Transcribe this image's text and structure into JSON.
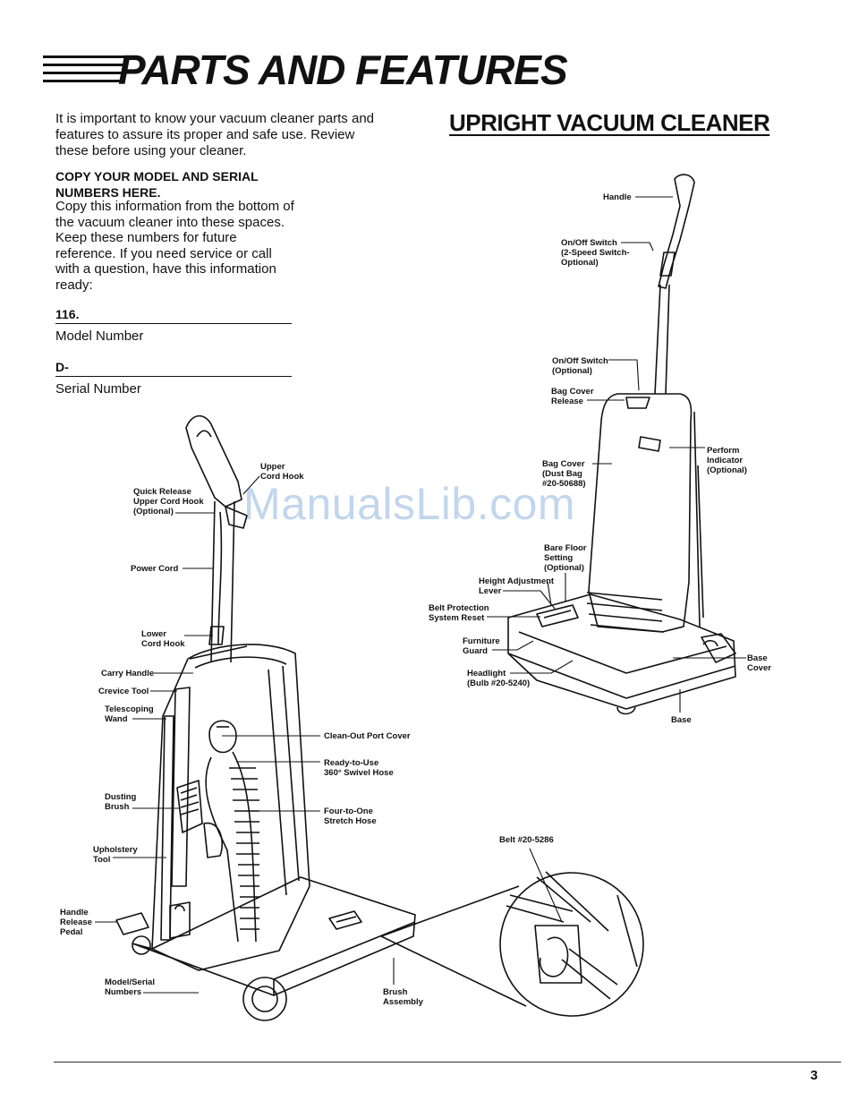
{
  "header": {
    "title": "PARTS AND FEATURES",
    "subtitle": "UPRIGHT VACUUM CLEANER"
  },
  "intro": {
    "text": "It is important to know your vacuum cleaner parts and features to assure its proper and safe use. Review these before using your cleaner."
  },
  "copy_section": {
    "heading": "COPY YOUR MODEL AND SERIAL NUMBERS HERE.",
    "text": "Copy this information from the bottom of the vacuum cleaner into these spaces. Keep these numbers for future reference. If you need service or call with a question, have this information ready:"
  },
  "fields": {
    "model": {
      "value": "116.",
      "label": "Model Number"
    },
    "serial": {
      "value": "D-",
      "label": "Serial Number"
    }
  },
  "upright_labels": {
    "handle": "Handle",
    "onoff_switch_top": [
      "On/Off Switch",
      "(2-Speed Switch-",
      "Optional)"
    ],
    "onoff_switch_mid": [
      "On/Off Switch",
      "(Optional)"
    ],
    "bag_cover_release": [
      "Bag Cover",
      "Release"
    ],
    "perform_indicator": [
      "Perform",
      "Indicator",
      "(Optional)"
    ],
    "bag_cover": [
      "Bag Cover",
      "(Dust Bag",
      "#20-50688)"
    ],
    "bare_floor": [
      "Bare Floor",
      "Setting",
      "(Optional)"
    ],
    "height_adjust": [
      "Height Adjustment",
      "Lever"
    ],
    "belt_protection": [
      "Belt Protection",
      "System Reset"
    ],
    "furniture_guard": [
      "Furniture",
      "Guard"
    ],
    "headlight": [
      "Headlight",
      "(Bulb #20-5240)"
    ],
    "base_cover": [
      "Base",
      "Cover"
    ],
    "base": "Base"
  },
  "rear_labels": {
    "upper_cord_hook": [
      "Upper",
      "Cord Hook"
    ],
    "quick_release": [
      "Quick Release",
      "Upper Cord Hook",
      "(Optional)"
    ],
    "power_cord": "Power Cord",
    "lower_cord_hook": [
      "Lower",
      "Cord Hook"
    ],
    "carry_handle": "Carry Handle",
    "crevice_tool": "Crevice Tool",
    "telescoping_wand": [
      "Telescoping",
      "Wand"
    ],
    "cleanout_port": "Clean-Out Port Cover",
    "swivel_hose": [
      "Ready-to-Use",
      "360° Swivel Hose"
    ],
    "dusting_brush": [
      "Dusting",
      "Brush"
    ],
    "stretch_hose": [
      "Four-to-One",
      "Stretch Hose"
    ],
    "upholstery_tool": [
      "Upholstery",
      "Tool"
    ],
    "handle_release": [
      "Handle",
      "Release",
      "Pedal"
    ],
    "model_serial": [
      "Model/Serial",
      "Numbers"
    ],
    "brush_assembly": [
      "Brush",
      "Assembly"
    ],
    "belt": "Belt #20-5286"
  },
  "watermark": "ManualsLib.com",
  "page_number": "3"
}
